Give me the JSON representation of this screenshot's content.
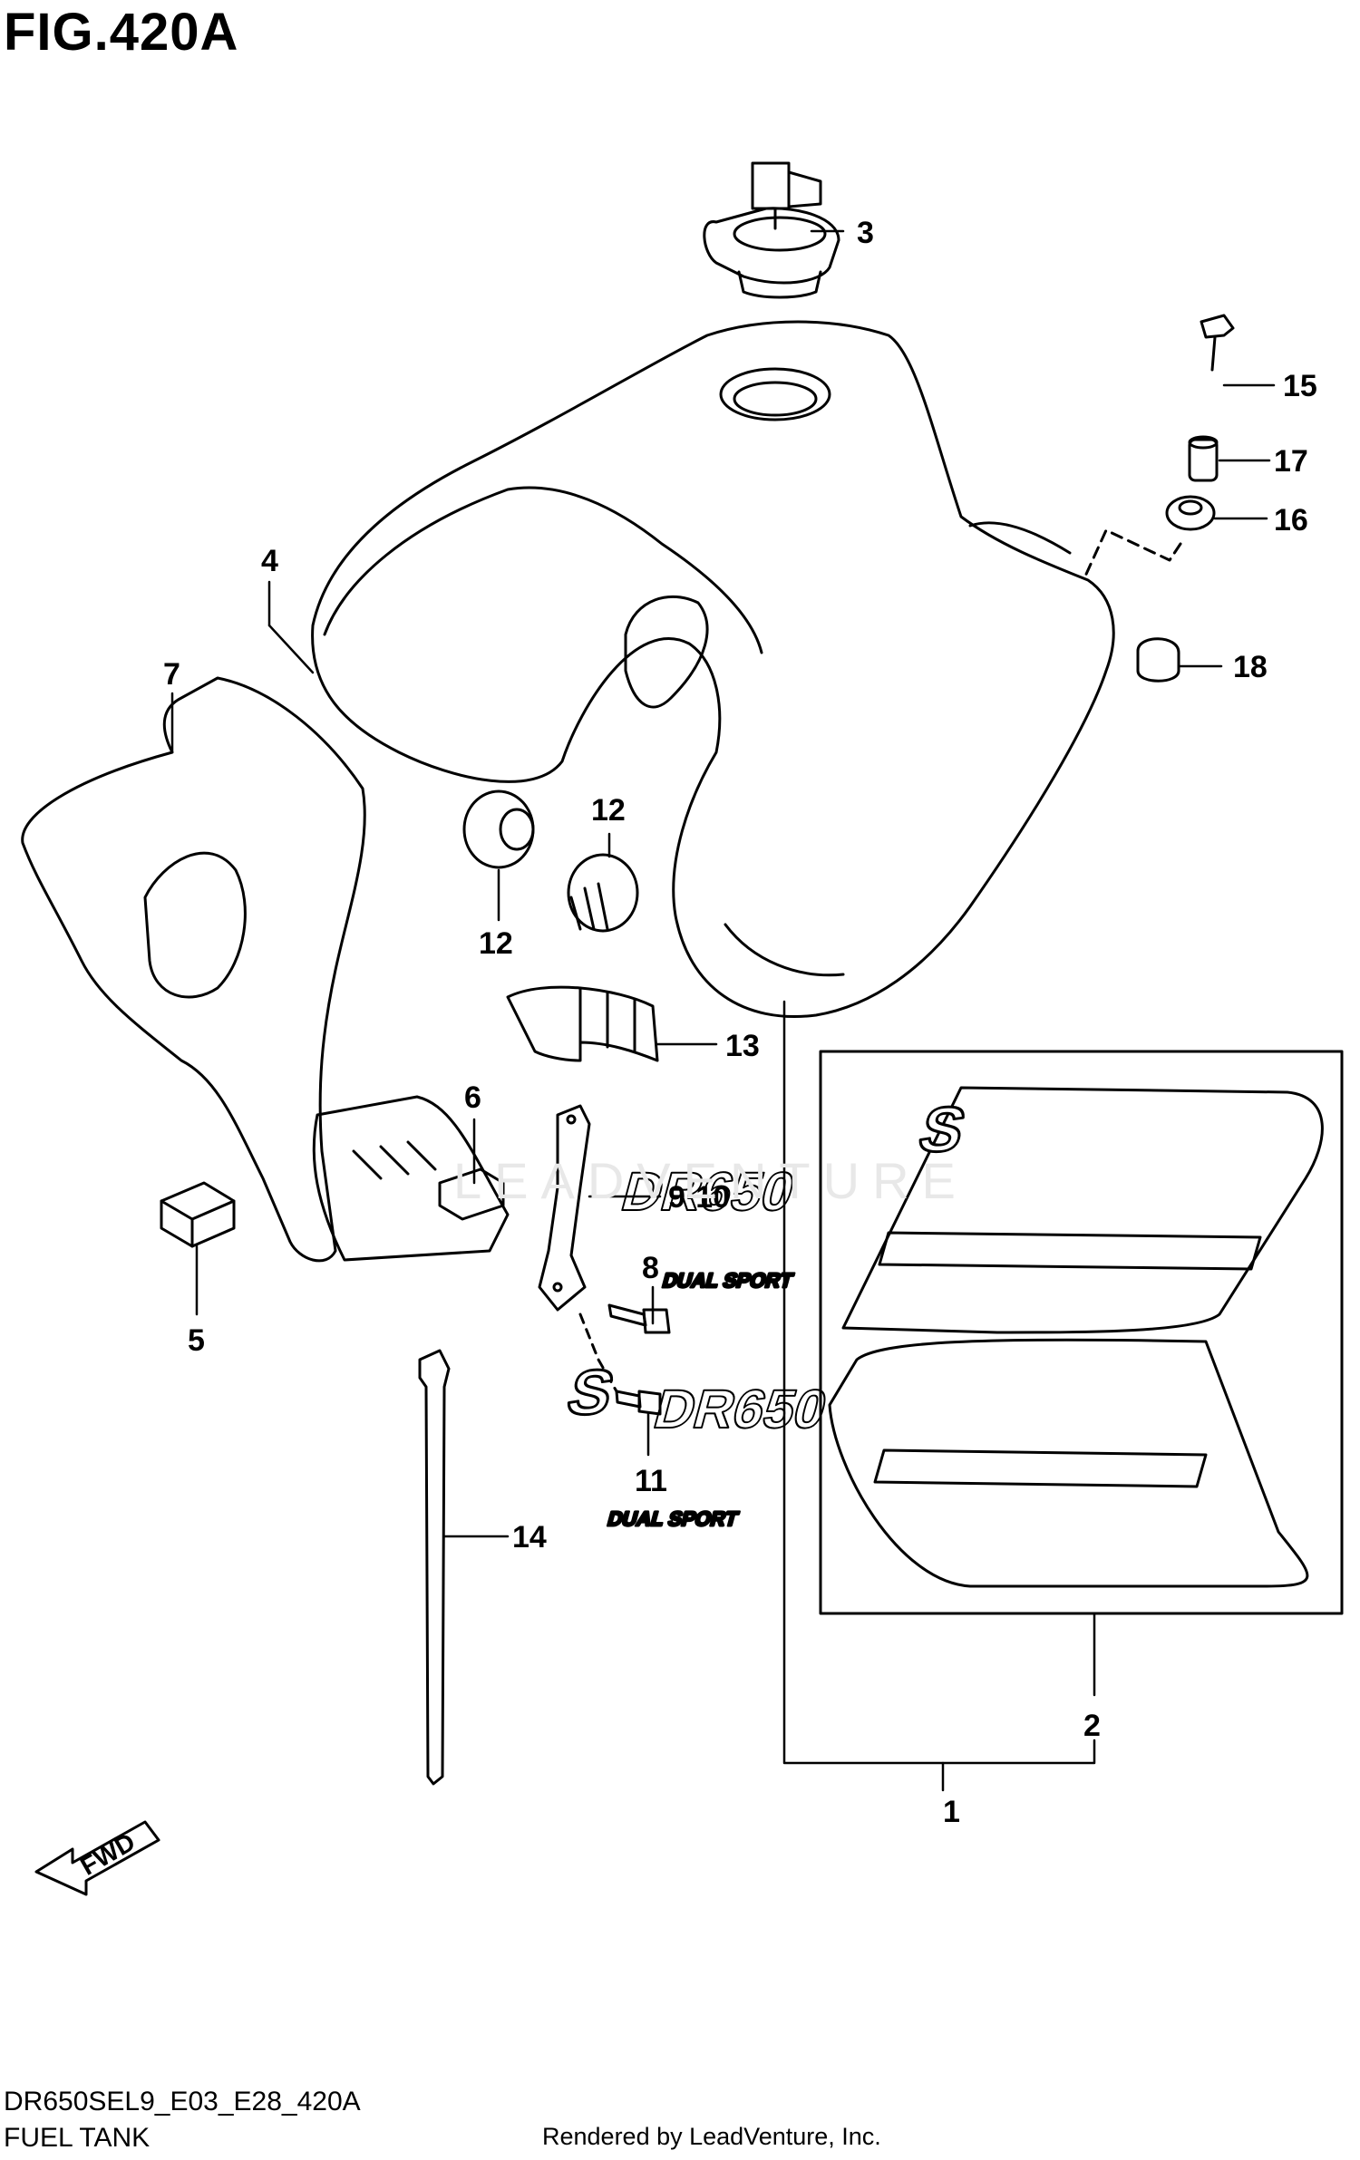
{
  "figure": {
    "title": "FIG.420A",
    "model_code": "DR650SEL9_E03_E28_420A",
    "section_name": "FUEL TANK",
    "rendered_by": "Rendered by LeadVenture, Inc.",
    "watermark": "LEADVENTURE"
  },
  "callouts": [
    "1",
    "2",
    "3",
    "4",
    "5",
    "6",
    "7",
    "8",
    "9·10",
    "11",
    "12",
    "12",
    "13",
    "14",
    "15",
    "16",
    "17",
    "18"
  ],
  "fwd_label": "FWD",
  "decal_text": [
    "DR650",
    "DUAL SPORT",
    "S"
  ]
}
